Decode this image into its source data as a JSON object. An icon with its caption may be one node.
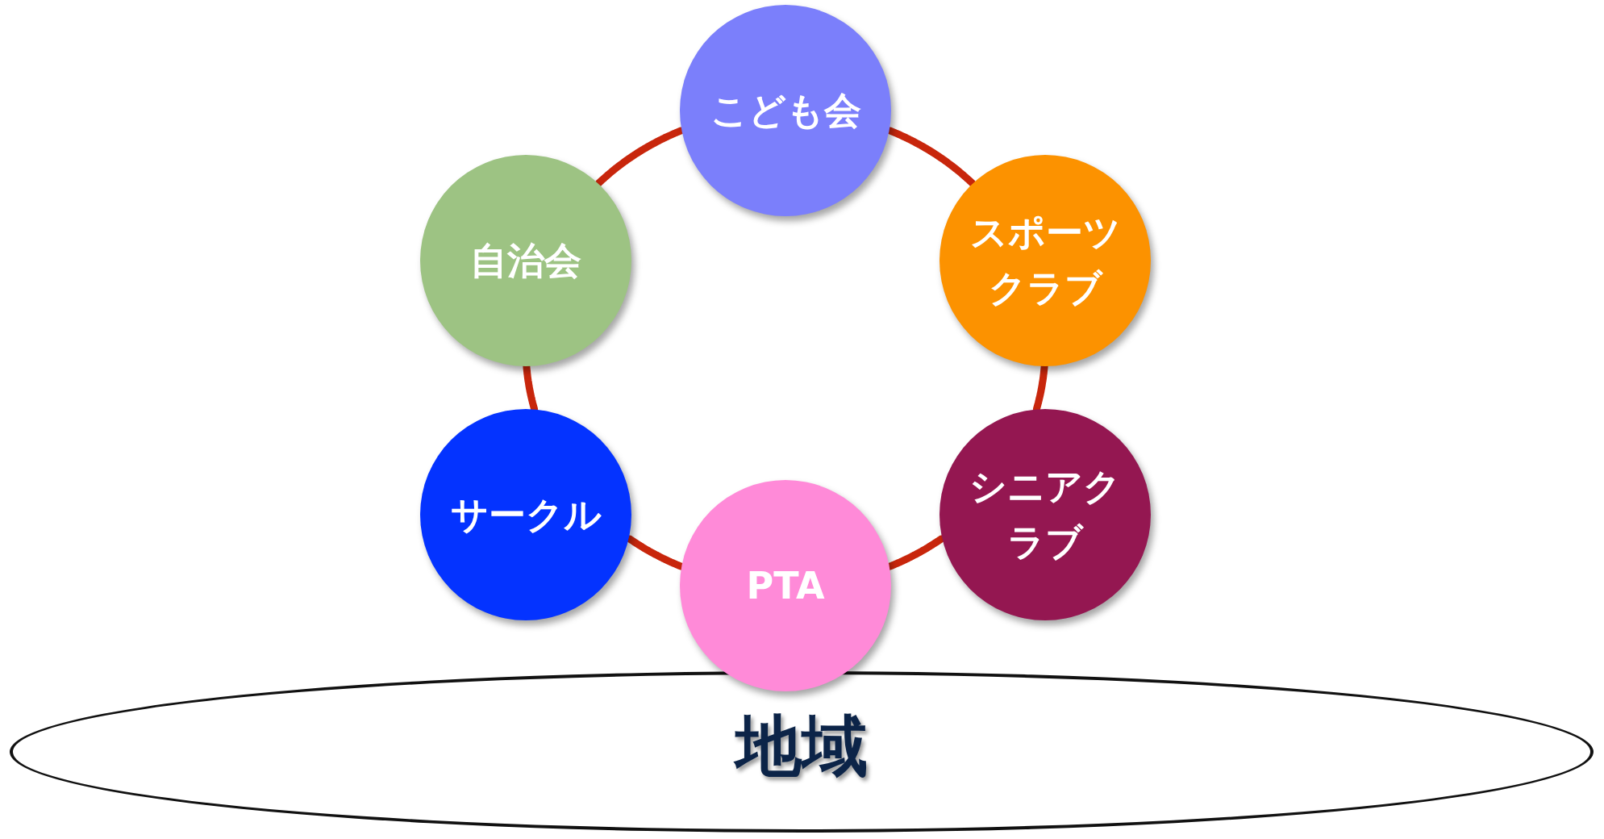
{
  "diagram": {
    "nodes": [
      {
        "text": [
          "こども会"
        ]
      },
      {
        "text": [
          "自治会"
        ]
      },
      {
        "text": [
          "スポーツクラブ"
        ]
      },
      {
        "text": [
          "サークル"
        ]
      },
      {
        "text": [
          "シニアクラブ"
        ]
      },
      {
        "text": [
          "PTA"
        ]
      },
      {
        "text": [
          "地域"
        ]
      }
    ],
    "edges": [
      {
        "from": 0,
        "to": 2,
        "arrow": "none"
      },
      {
        "from": 2,
        "to": 4,
        "arrow": "none"
      },
      {
        "from": 4,
        "to": 5,
        "arrow": "none"
      },
      {
        "from": 5,
        "to": 3,
        "arrow": "none"
      },
      {
        "from": 3,
        "to": 1,
        "arrow": "none"
      },
      {
        "from": 1,
        "to": 0,
        "arrow": "none"
      }
    ]
  }
}
